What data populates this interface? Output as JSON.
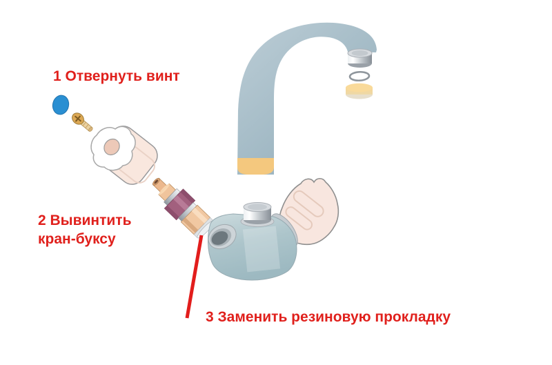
{
  "diagram": {
    "language": "ru",
    "subject": "faucet-repair-exploded-view",
    "steps": {
      "step1": "1 Отвернуть винт",
      "step2_line1": "2 Вывинтить",
      "step2_line2": "кран-буксу",
      "step3": "3 Заменить резиновую прокладку"
    },
    "colors": {
      "label_text": "#e0201c",
      "pointer_line": "#e21d1c",
      "spout_band": "#f4c87e",
      "index_cap_blue": "#2a8fd2",
      "valve_nut_purple": "#a2607e",
      "handle_pink": "#f8e6df",
      "gasket_tan_top": "#f9da9a",
      "background": "#ffffff"
    }
  }
}
